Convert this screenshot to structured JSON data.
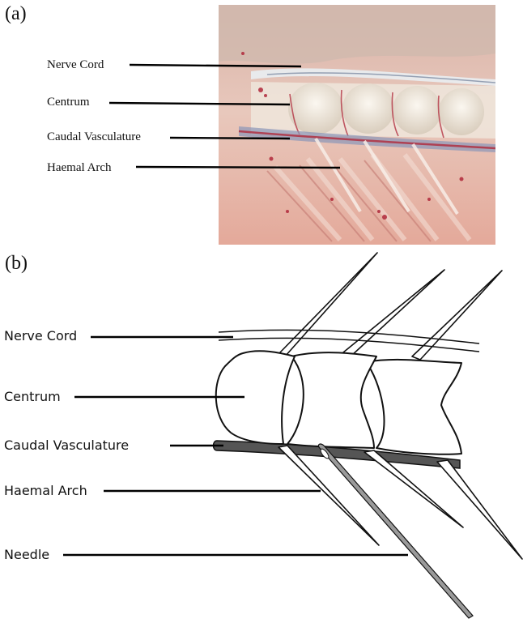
{
  "panel_a": {
    "tag": "(a)",
    "labels": {
      "nerve_cord": "Nerve Cord",
      "centrum": "Centrum",
      "caudal_vasculature": "Caudal Vasculature",
      "haemal_arch": "Haemal Arch"
    },
    "colors": {
      "tissue": "#e7b2a2",
      "bone": "#efe8dd",
      "blood": "#b0283a",
      "vessel": "#8a95b8"
    }
  },
  "panel_b": {
    "tag": "(b)",
    "labels": {
      "nerve_cord": "Nerve Cord",
      "centrum": "Centrum",
      "caudal_vasculature": "Caudal Vasculature",
      "haemal_arch": "Haemal Arch",
      "needle": "Needle"
    },
    "colors": {
      "vessel": "#555555",
      "needle": "#9a9a9a",
      "outline": "#111111"
    }
  }
}
